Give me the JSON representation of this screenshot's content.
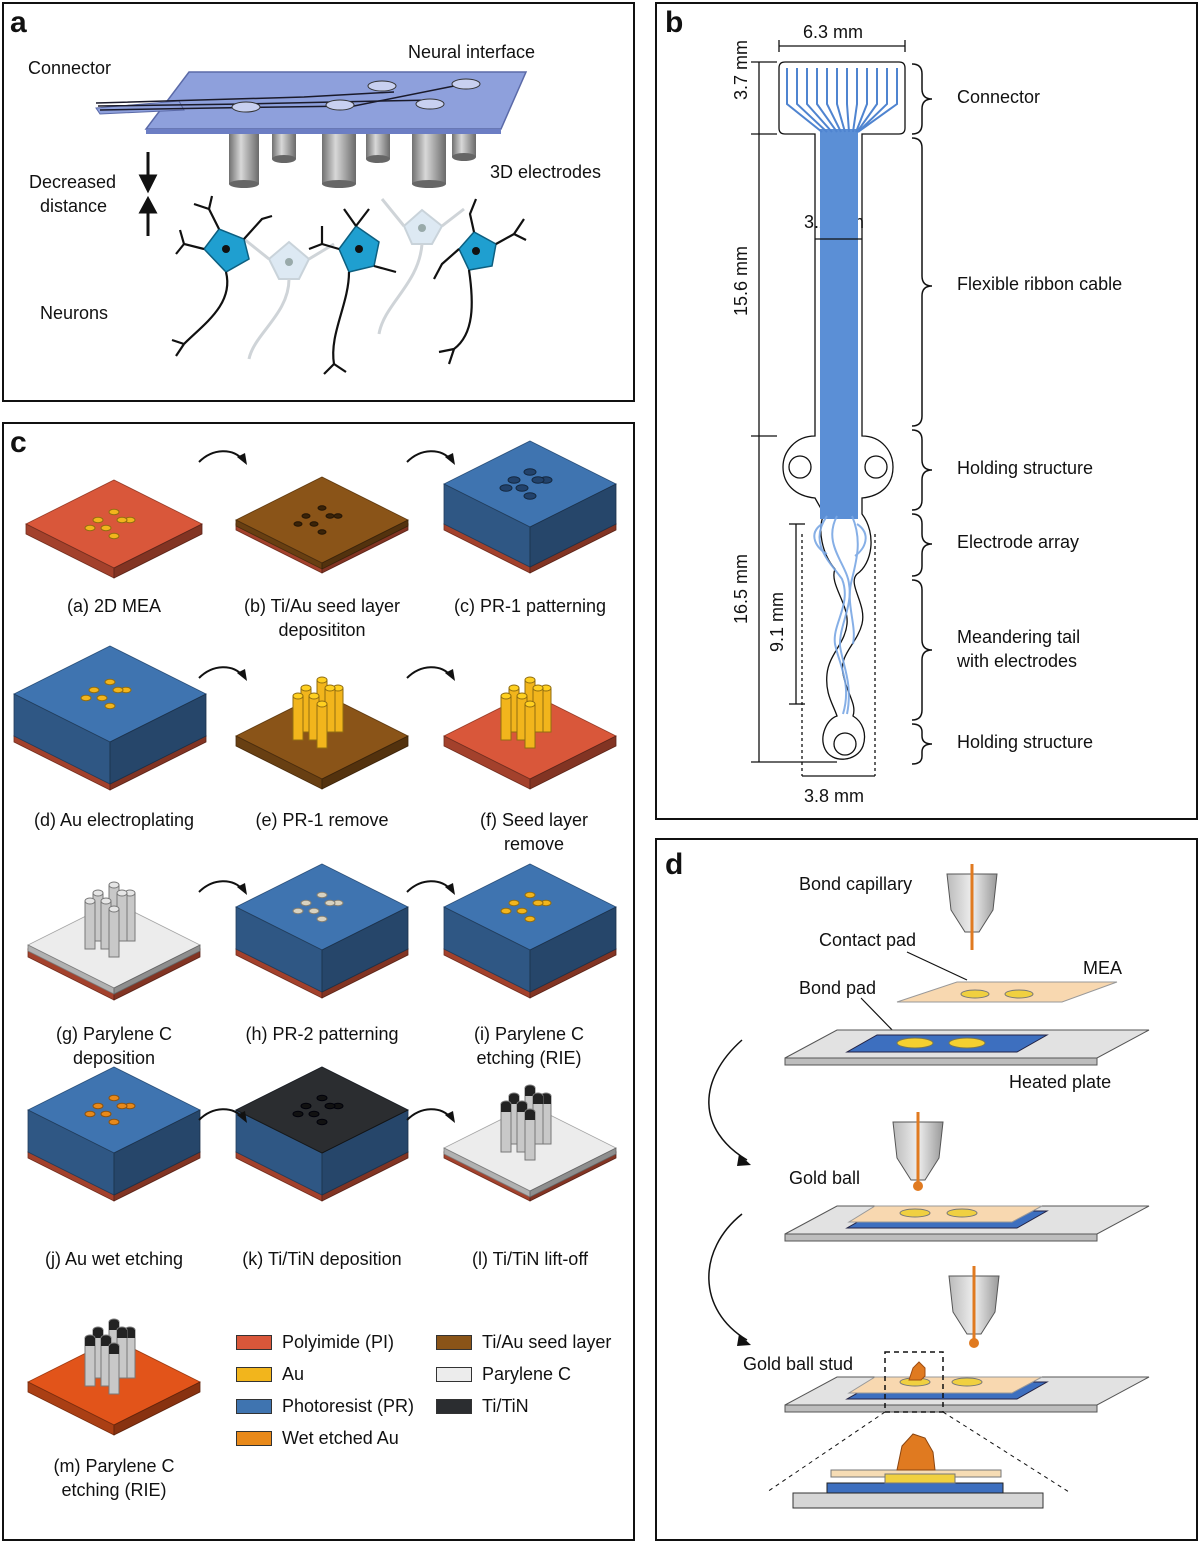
{
  "panel_a": {
    "label": "a",
    "connector": "Connector",
    "neural_interface": "Neural interface",
    "decreased_distance_1": "Decreased",
    "decreased_distance_2": "distance",
    "electrodes_3d": "3D electrodes",
    "neurons": "Neurons"
  },
  "panel_b": {
    "label": "b",
    "dim_top_width": "6.3 mm",
    "dim_connector_height": "3.7 mm",
    "dim_cable_width": "3.2 mm",
    "dim_cable_length": "15.6 mm",
    "dim_lower_length": "16.5 mm",
    "dim_array_length": "9.1 mm",
    "dim_bottom_width": "3.8 mm",
    "labels": {
      "connector": "Connector",
      "ribbon": "Flexible ribbon cable",
      "holding1": "Holding structure",
      "array": "Electrode array",
      "tail_1": "Meandering tail",
      "tail_2": "with electrodes",
      "holding2": "Holding structure"
    }
  },
  "panel_c": {
    "label": "c",
    "steps": [
      {
        "caption": "(a) 2D MEA"
      },
      {
        "caption": "(b) Ti/Au seed layer deposititon"
      },
      {
        "caption": "(c) PR-1 patterning"
      },
      {
        "caption": "(d) Au electroplating"
      },
      {
        "caption": "(e) PR-1 remove"
      },
      {
        "caption": "(f) Seed layer remove"
      },
      {
        "caption": "(g) Parylene C deposition"
      },
      {
        "caption": "(h) PR-2 patterning"
      },
      {
        "caption": "(i) Parylene C etching (RIE)"
      },
      {
        "caption": "(j) Au wet etching"
      },
      {
        "caption": "(k) Ti/TiN deposition"
      },
      {
        "caption": "(l) Ti/TiN lift-off"
      },
      {
        "caption": "(m) Parylene C etching (RIE)"
      }
    ],
    "legend": [
      {
        "name": "Polyimide (PI)",
        "color": "#d9573a"
      },
      {
        "name": "Ti/Au seed layer",
        "color": "#8a5418"
      },
      {
        "name": "Au",
        "color": "#f2b51c"
      },
      {
        "name": "Parylene C",
        "color": "#ececec"
      },
      {
        "name": "Photoresist (PR)",
        "color": "#3f74b0"
      },
      {
        "name": "Ti/TiN",
        "color": "#2b2d30"
      },
      {
        "name": "Wet etched Au",
        "color": "#e8891a"
      }
    ]
  },
  "panel_d": {
    "label": "d",
    "bond_capillary": "Bond capillary",
    "contact_pad": "Contact pad",
    "mea": "MEA",
    "bond_pad": "Bond pad",
    "heated_plate": "Heated plate",
    "gold_ball": "Gold ball",
    "gold_ball_stud": "Gold ball stud"
  }
}
